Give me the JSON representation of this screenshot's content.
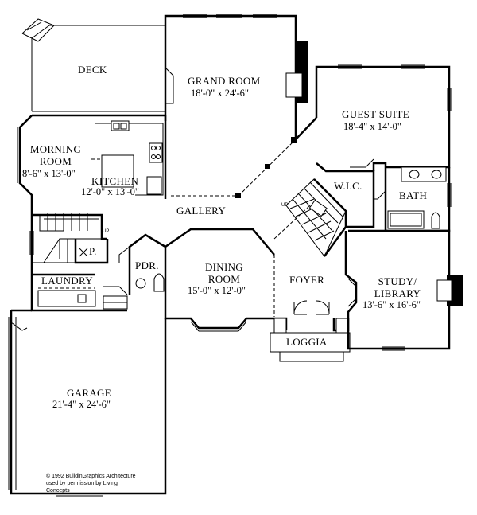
{
  "rooms": {
    "deck": {
      "name": "DECK"
    },
    "grand_room": {
      "name": "GRAND ROOM",
      "dims": "18'-0\" x 24'-6\""
    },
    "guest_suite": {
      "name": "GUEST SUITE",
      "dims": "18'-4\" x 14'-0\""
    },
    "morning_room": {
      "name": "MORNING ROOM",
      "dims": "8'-6\" x 13'-0\""
    },
    "kitchen": {
      "name": "KITCHEN",
      "dims": "12'-0\" x 13'-0\""
    },
    "wic": {
      "name": "W.I.C."
    },
    "bath": {
      "name": "BATH"
    },
    "gallery": {
      "name": "GALLERY"
    },
    "pantry": {
      "name": "P."
    },
    "powder": {
      "name": "PDR."
    },
    "dining_room": {
      "name": "DINING ROOM",
      "dims": "15'-0\" x 12'-0\""
    },
    "foyer": {
      "name": "FOYER"
    },
    "laundry": {
      "name": "LAUNDRY"
    },
    "study_library": {
      "name": "STUDY/ LIBRARY",
      "dims": "13'-6\" x 16'-6\""
    },
    "loggia": {
      "name": "LOGGIA"
    },
    "garage": {
      "name": "GARAGE",
      "dims": "21'-4\" x 24'-6\""
    }
  },
  "stair_markers": {
    "up_main": "UP",
    "up_laundry": "UP"
  },
  "copyright": "© 1992 BuildinGraphics Architecture used by permission by Living Concepts"
}
